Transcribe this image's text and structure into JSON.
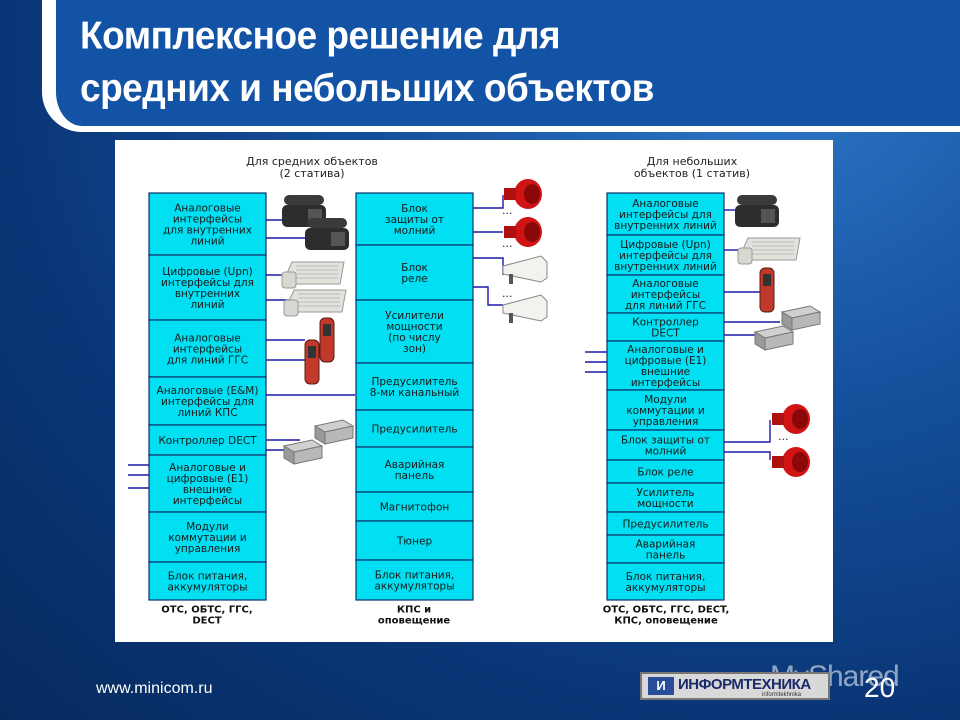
{
  "title": {
    "line1": "Комплексное решение для",
    "line2": "средних и небольших объектов"
  },
  "left_rack": {
    "caption": [
      "Для средних объектов",
      "(2 статива)"
    ],
    "col1": [
      [
        "Аналоговые",
        "интерфейсы",
        "для внутренних",
        "линий"
      ],
      [
        "Цифровые (Upn)",
        "интерфейсы для",
        "внутренних",
        "линий"
      ],
      [
        "Аналоговые",
        "интерфейсы",
        "для линий ГГС"
      ],
      [
        "Аналоговые (E&M)",
        "интерфейсы для",
        "линий КПС"
      ],
      [
        "Контроллер DECT"
      ],
      [
        "Аналоговые и",
        "цифровые (E1)",
        "внешние",
        "интерфейсы"
      ],
      [
        "Модули",
        "коммутации и",
        "управления"
      ],
      [
        "Блок питания,",
        "аккумуляторы"
      ]
    ],
    "col1_footer": [
      "ОТС, ОБТС, ГГС,",
      "DECT"
    ],
    "col2": [
      [
        "Блок",
        "защиты от",
        "молний"
      ],
      [
        "Блок",
        "реле"
      ],
      [
        "Усилители",
        "мощности",
        "(по числу",
        "зон)"
      ],
      [
        "Предусилитель",
        "8-ми канальный"
      ],
      [
        "Предусилитель"
      ],
      [
        "Аварийная",
        "панель"
      ],
      [
        "Магнитофон"
      ],
      [
        "Тюнер"
      ],
      [
        "Блок питания,",
        "аккумуляторы"
      ]
    ],
    "col2_footer": [
      "КПС и",
      "оповещение"
    ]
  },
  "right_rack": {
    "caption": [
      "Для небольших",
      "объектов (1 статив)"
    ],
    "col": [
      [
        "Аналоговые",
        "интерфейсы для",
        "внутренних линий"
      ],
      [
        "Цифровые (Upn)",
        "интерфейсы для",
        "внутренних линий"
      ],
      [
        "Аналоговые",
        "интерфейсы",
        "для линий ГГС"
      ],
      [
        "Контроллер",
        "DECT"
      ],
      [
        "Аналоговые и",
        "цифровые (E1)",
        "внешние",
        "интерфейсы"
      ],
      [
        "Модули",
        "коммутации и",
        "управления"
      ],
      [
        "Блок защиты от",
        "молний"
      ],
      [
        "Блок реле"
      ],
      [
        "Усилитель",
        "мощности"
      ],
      [
        "Предусилитель"
      ],
      [
        "Аварийная",
        "панель"
      ],
      [
        "Блок питания,",
        "аккумуляторы"
      ]
    ],
    "footer": [
      "ОТС, ОБТС, ГГС, DECT,",
      "КПС, оповещение"
    ]
  },
  "ellipsis": "...",
  "footer": {
    "url": "www.minicom.ru",
    "logo_mark": "И",
    "logo_text": "ИНФОРМТЕХНИКА",
    "logo_sub": "informtekhnika",
    "page_number": "20",
    "watermark": "MyShared"
  },
  "colors": {
    "cell": "#00e0f2",
    "title_panel": "#1353a6",
    "link": "#1a1aa8"
  }
}
